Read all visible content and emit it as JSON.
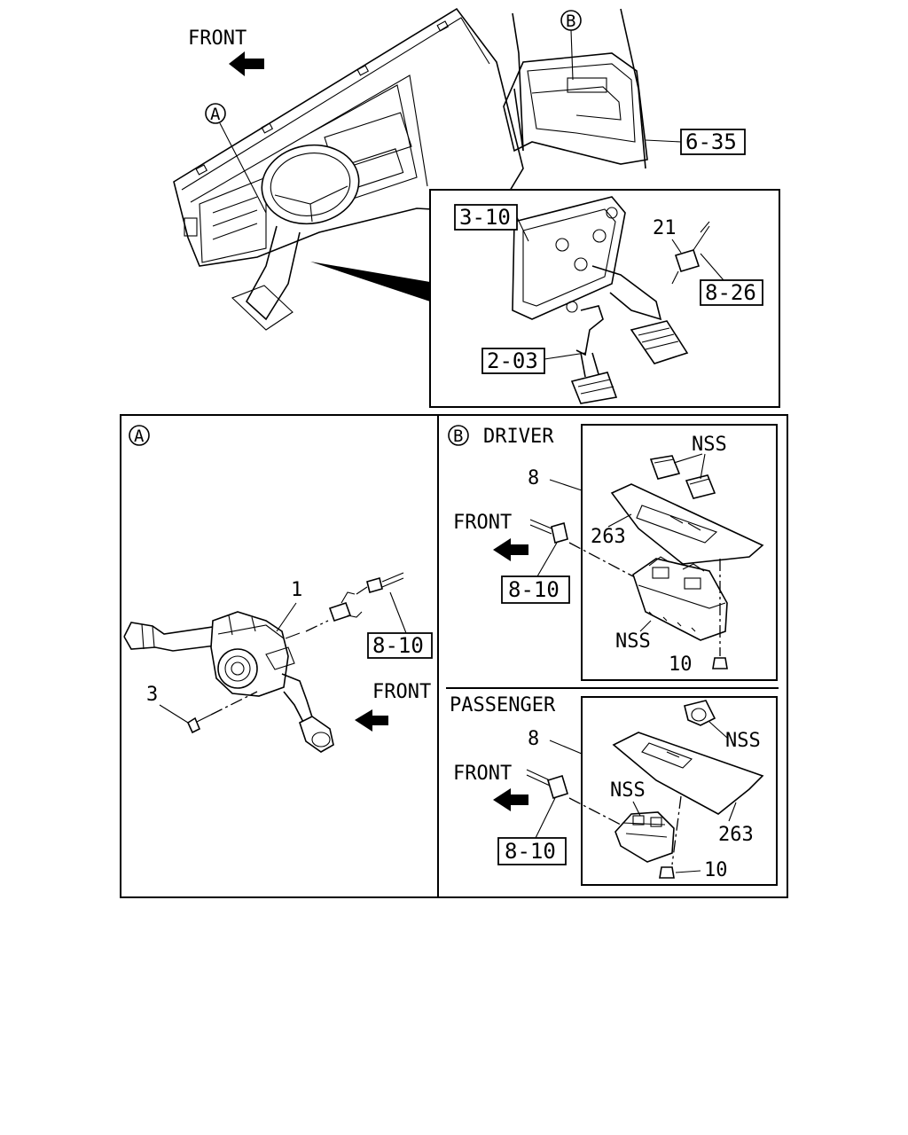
{
  "top": {
    "front_label": "FRONT",
    "callout_a": "A",
    "callout_b": "B",
    "ref_6_35": "6-35",
    "detail": {
      "ref_3_10": "3-10",
      "ref_2_03": "2-03",
      "ref_8_26": "8-26",
      "part_21": "21"
    }
  },
  "panel_a": {
    "badge": "A",
    "part_1": "1",
    "part_3": "3",
    "ref_8_10": "8-10",
    "front_label": "FRONT"
  },
  "panel_b_driver": {
    "badge": "B",
    "title": "DRIVER",
    "front_label": "FRONT",
    "part_8": "8",
    "part_263": "263",
    "nss_top": "NSS",
    "nss_bottom": "NSS",
    "part_10": "10",
    "ref_8_10": "8-10"
  },
  "panel_b_passenger": {
    "title": "PASSENGER",
    "front_label": "FRONT",
    "part_8": "8",
    "nss_right": "NSS",
    "nss_left": "NSS",
    "part_263": "263",
    "part_10": "10",
    "ref_8_10": "8-10"
  }
}
